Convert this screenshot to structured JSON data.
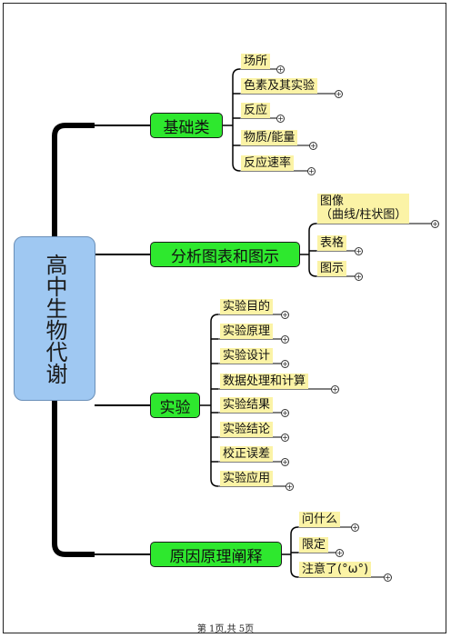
{
  "root": {
    "label": "高中生物代谢"
  },
  "branches": [
    {
      "label": "基础类",
      "leaves": [
        "场所",
        "色素及其实验",
        "反应",
        "物质/能量",
        "反应速率"
      ]
    },
    {
      "label": "分析图表和图示",
      "leaves": [
        "图像\n（曲线/柱状图）",
        "表格",
        "图示"
      ]
    },
    {
      "label": "实验",
      "leaves": [
        "实验目的",
        "实验原理",
        "实验设计",
        "数据处理和计算",
        "实验结果",
        "实验结论",
        "校正误差",
        "实验应用"
      ]
    },
    {
      "label": "原因原理阐释",
      "leaves": [
        "问什么",
        "限定",
        "注意了(°ω°)"
      ]
    }
  ],
  "expand_symbol": "+",
  "footer": "第 1页,共 5页",
  "colors": {
    "root_fill": "#9fc8f2",
    "branch_fill": "#2ee82e",
    "leaf_fill": "#fbf3a6",
    "line": "#000000"
  }
}
